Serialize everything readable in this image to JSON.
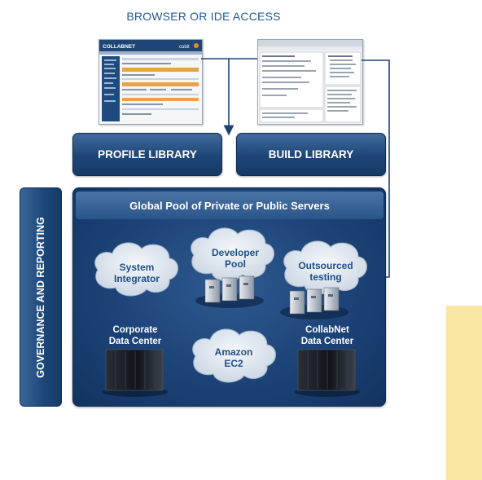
{
  "header": {
    "title": "BROWSER OR IDE ACCESS"
  },
  "libraries": {
    "profile": "PROFILE LIBRARY",
    "build": "BUILD LIBRARY"
  },
  "pool": {
    "title": "Global Pool of Private or Public Servers"
  },
  "governance": {
    "label": "GOVERNANCE AND REPORTING"
  },
  "clouds": {
    "system_integrator": [
      "System",
      "Integrator"
    ],
    "developer_pool": [
      "Developer",
      "Pool"
    ],
    "outsourced_testing": [
      "Outsourced",
      "testing"
    ],
    "amazon_ec2": [
      "Amazon",
      "EC2"
    ]
  },
  "datacenters": {
    "corporate": [
      "Corporate",
      "Data Center"
    ],
    "collabnet": [
      "CollabNet",
      "Data Center"
    ]
  },
  "screenshots": {
    "browser_brand": "COLLABNET",
    "browser_brand_right": "cubit"
  },
  "colors": {
    "brand_blue": "#1f5a96",
    "panel_navy": "#1c4377",
    "cloud": "#e4eaf1",
    "side_block": "#fbe7a4"
  }
}
